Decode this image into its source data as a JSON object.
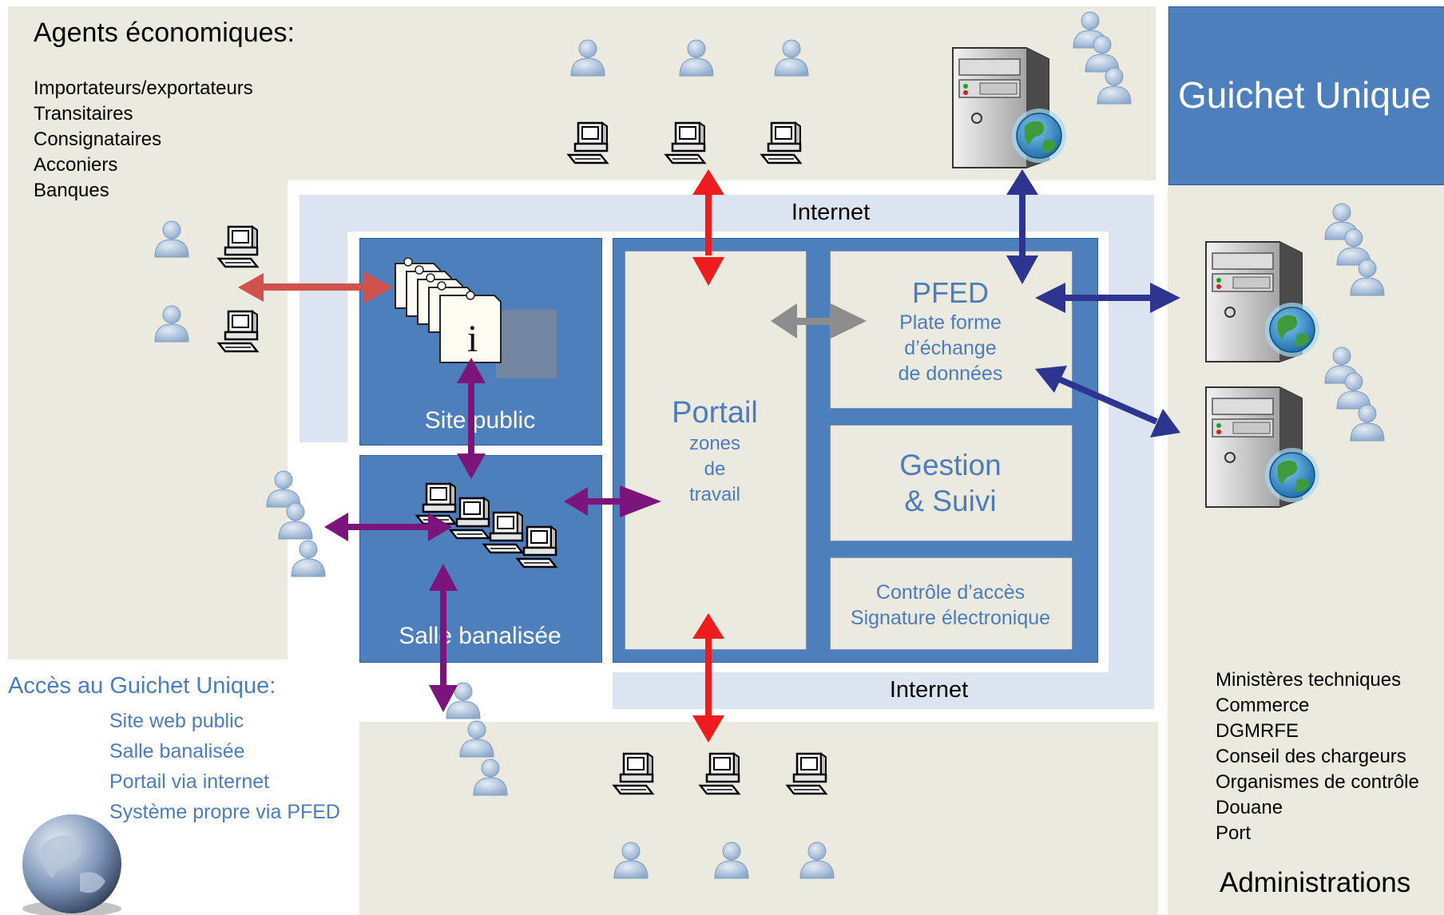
{
  "agents": {
    "title": "Agents économiques:",
    "items": [
      "Importateurs/exportateurs",
      "Transitaires",
      "Consignataires",
      "Acconiers",
      "Banques"
    ]
  },
  "guichet_title": "Guichet Unique",
  "internet_top": "Internet",
  "internet_bottom": "Internet",
  "site_public": "Site public",
  "salle_banalisee": "Salle banalisée",
  "portail": {
    "title": "Portail",
    "lines": [
      "zones",
      "de",
      "travail"
    ]
  },
  "pfed": {
    "title": "PFED",
    "lines": [
      "Plate forme",
      "d’échange",
      "de données"
    ]
  },
  "gestion": {
    "lines": [
      "Gestion",
      "& Suivi"
    ]
  },
  "controle": {
    "lines": [
      "Contrôle d’accès",
      "Signature électronique"
    ]
  },
  "acces": {
    "title": "Accès au Guichet Unique:",
    "items": [
      "Site web public",
      "Salle banalisée",
      "Portail via internet",
      "Système propre via PFED"
    ]
  },
  "administrations": {
    "items": [
      "Ministères techniques",
      "Commerce",
      "DGMRFE",
      "Conseil des chargeurs",
      "Organismes de contrôle",
      "Douane",
      "Port"
    ],
    "title": "Administrations"
  },
  "colors": {
    "blue_panel": "#4e7fbd",
    "beige": "#ece9df",
    "red_arrow": "#ee1c1c",
    "navy_arrow": "#2e3591",
    "purple_arrow": "#7b147b",
    "salmon_arrow": "#d0524c",
    "gray_arrow": "#8c8c8c"
  },
  "icons": [
    "user-icon",
    "computer-icon",
    "server-globe-icon",
    "document-stack-icon",
    "globe-icon"
  ]
}
